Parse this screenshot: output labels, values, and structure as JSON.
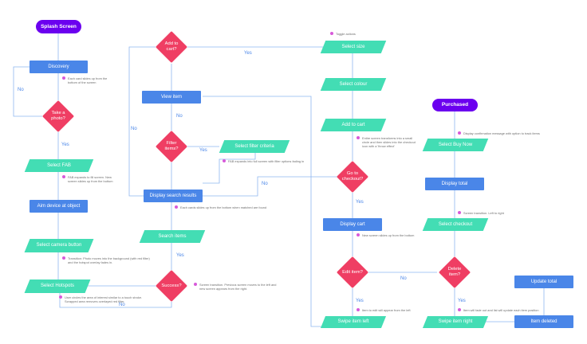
{
  "nodes": {
    "splash": "Splash Screen",
    "discovery": "Discovery",
    "take_photo": "Take a photo?",
    "select_fab": "Select FAB",
    "aim_device": "Aim device at object",
    "select_camera": "Select camera button",
    "select_hotspots": "Select Hotspots",
    "success": "Success?",
    "add_to_cart": "Add to cart?",
    "view_item": "View item",
    "filter_items": "Filter items?",
    "select_filter": "Select filter criteria",
    "display_search": "Display search results",
    "search_items": "Search items",
    "select_size": "Select size",
    "select_colour": "Select colour",
    "add_to_cart_action": "Add to cart",
    "go_to_checkout": "Go to checkout?",
    "display_cart": "Display cart",
    "edit_item": "Edit item?",
    "swipe_left": "Swipe item left",
    "purchased": "Purchased",
    "select_buy_now": "Select Buy Now",
    "display_total": "Display total",
    "select_checkout": "Select checkout",
    "delete_item": "Delete item?",
    "swipe_right": "Swipe item right",
    "update_total": "Update total",
    "item_deleted": "Item deleted"
  },
  "notes": {
    "toggle_actions": "Toggle actions",
    "cards_slide": "Each card slides up from the bottom of the screen",
    "fab_expands": "FAB expands to fill screen. New screen slides up from the bottom",
    "photo_moves": "Transition: Photo moves into the background (with red filter) and the hotspot overlay fades in.",
    "user_circles": "User circles the area of interest similar to a touch stroke. Scrapped area removes overlayed red filter.",
    "screen_transition_slides": "Screen transition. Previous screen moves to the left and new screen appears from the right.",
    "filter_fab_expands": "FAB expands into full screen with filter options fading in",
    "cards_slide_matches": "Each cards slides up from the bottom when matched are found",
    "entire_screen": "Entire screen transforms into a small circle and then slides into the checkout icon with a 'throw effect'",
    "new_screen_slides": "New screen slides up from the bottom",
    "item_edit_appear": "Item to edit will appear from the left",
    "display_confirmation": "Display confirmation message with option to track items",
    "screen_left_right": "Screen transition. Left to right",
    "item_fade_out": "Item will fade out and list will update each item position"
  },
  "edge_labels": {
    "no_1": "No",
    "yes_1": "Yes",
    "yes_2": "Yes",
    "no_2": "No",
    "no_3": "No",
    "yes_3": "Yes",
    "no_4": "No",
    "yes_4": "Yes",
    "no_5": "No",
    "yes_5": "Yes",
    "yes_6": "Yes",
    "yes_7": "Yes",
    "no_6": "No"
  },
  "colors": {
    "terminal": "#6b00ef",
    "process": "#4a86e8",
    "io": "#43ddb4",
    "decision": "#ef3e63",
    "connector": "#4a86e8",
    "note_dot": "#d759d9"
  }
}
